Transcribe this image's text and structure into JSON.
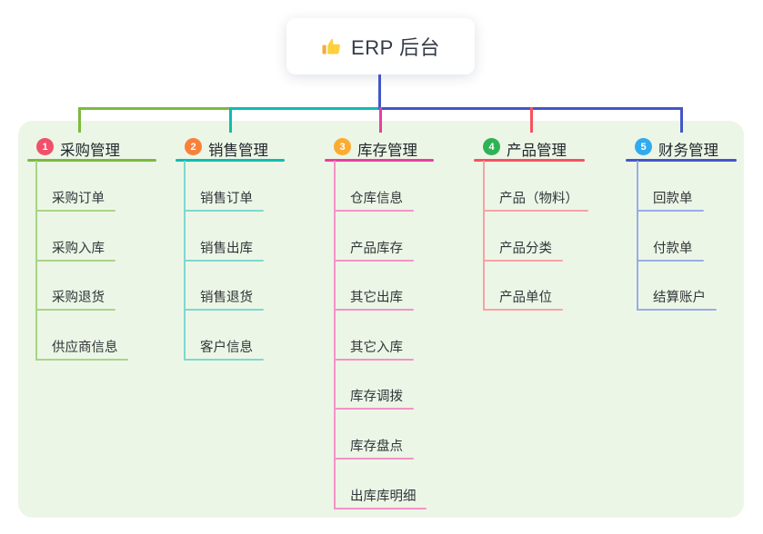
{
  "root": {
    "title": "ERP 后台",
    "icon": "thumbs-up-icon"
  },
  "colors": {
    "canvas_bg": "#ffffff",
    "panel_bg": "#ecf6e6",
    "root_connector": "#4356c8",
    "text_dark": "#23272d"
  },
  "branches": [
    {
      "num": "1",
      "label": "采购管理",
      "badge_color": "#f1506a",
      "line_color": "#7cba3d",
      "sub_line_color": "#a9d487",
      "children": [
        "采购订单",
        "采购入库",
        "采购退货",
        "供应商信息"
      ]
    },
    {
      "num": "2",
      "label": "销售管理",
      "badge_color": "#f8813a",
      "line_color": "#0fbcae",
      "sub_line_color": "#7fd8d0",
      "children": [
        "销售订单",
        "销售出库",
        "销售退货",
        "客户信息"
      ]
    },
    {
      "num": "3",
      "label": "库存管理",
      "badge_color": "#fbac30",
      "line_color": "#e83f9e",
      "sub_line_color": "#f492c8",
      "children": [
        "仓库信息",
        "产品库存",
        "其它出库",
        "其它入库",
        "库存调拨",
        "库存盘点",
        "出库库明细"
      ]
    },
    {
      "num": "4",
      "label": "产品管理",
      "badge_color": "#2db356",
      "line_color": "#f7525f",
      "sub_line_color": "#f8a2a5",
      "children": [
        "产品（物料）",
        "产品分类",
        "产品单位"
      ]
    },
    {
      "num": "5",
      "label": "财务管理",
      "badge_color": "#30abef",
      "line_color": "#4356c8",
      "sub_line_color": "#9aace6",
      "children": [
        "回款单",
        "付款单",
        "结算账户"
      ]
    }
  ]
}
